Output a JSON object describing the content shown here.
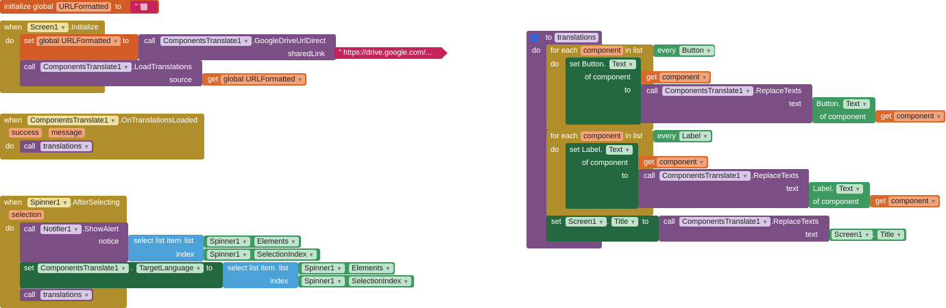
{
  "global_init": {
    "kw_initialize_global": "initialize global",
    "var_name": "URLFormatted",
    "kw_to": "to",
    "empty_string": "\" \""
  },
  "screen_init": {
    "kw_when": "when",
    "component": "Screen1",
    "event": ".Initialize",
    "kw_do": "do",
    "kw_set": "set",
    "global_var": "global URLFormatted",
    "kw_to": "to",
    "kw_call": "call",
    "translate_comp": "ComponentsTranslate1",
    "method_drive": ".GoogleDriveUrlDirect",
    "param_shared": "sharedLink",
    "drive_url": "\" https://drive.google.com/...",
    "method_load": ".LoadTranslations",
    "param_source": "source",
    "kw_get": "get"
  },
  "on_loaded": {
    "kw_when": "when",
    "component": "ComponentsTranslate1",
    "event": ".OnTranslationsLoaded",
    "param_success": "success",
    "param_message": "message",
    "kw_do": "do",
    "kw_call": "call",
    "proc": "translations"
  },
  "spinner": {
    "kw_when": "when",
    "component": "Spinner1",
    "event": ".AfterSelecting",
    "param_selection": "selection",
    "kw_do": "do",
    "kw_call": "call",
    "notifier": "Notifier1",
    "method_alert": ".ShowAlert",
    "param_notice": "notice",
    "select_list_item": "select list item",
    "kw_list": "list",
    "kw_index": "index",
    "prop_elements": "Elements",
    "prop_selindex": "SelectionIndex",
    "kw_set": "set",
    "translate_comp": "ComponentsTranslate1",
    "prop_target": "TargetLanguage",
    "kw_to": "to",
    "proc": "translations",
    "dot": "."
  },
  "proc": {
    "kw_to": "to",
    "name": "translations",
    "kw_do": "do",
    "for_each": "for each",
    "var_component": "component",
    "in_list": "in list",
    "every": "every",
    "type_button": "Button",
    "type_label": "Label",
    "kw_set": "set",
    "set_button": "set Button.",
    "set_label": "set Label.",
    "prop_text": "Text",
    "of_component": "of component",
    "kw_to2": "to",
    "kw_get": "get",
    "kw_call": "call",
    "translate_comp": "ComponentsTranslate1",
    "method_replace": ".ReplaceTexts",
    "param_text": "text",
    "button_dot": "Button.",
    "label_dot": "Label.",
    "screen": "Screen1",
    "prop_title": "Title",
    "dot": "."
  }
}
